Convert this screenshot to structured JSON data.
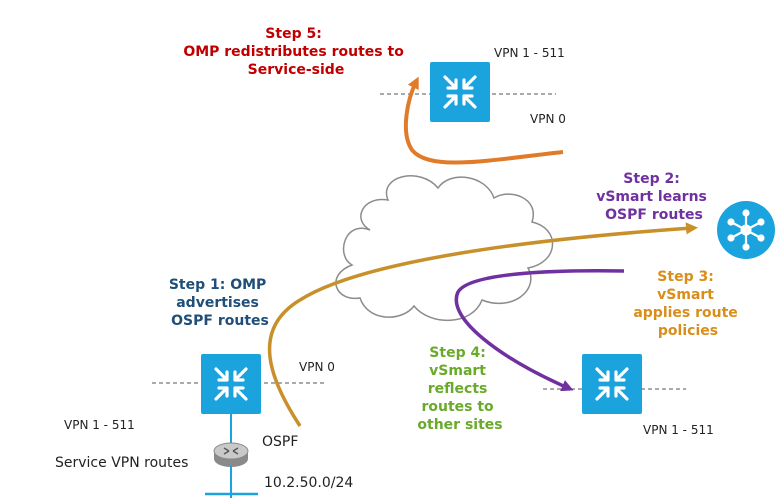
{
  "steps": {
    "step1": {
      "lines": [
        "Step 1: OMP",
        "advertises",
        "OSPF routes"
      ],
      "color": "#1f4e79"
    },
    "step2": {
      "lines": [
        "Step 2:",
        "vSmart learns",
        "OSPF routes"
      ],
      "color": "#7030a0"
    },
    "step3": {
      "lines": [
        "Step 3:",
        "vSmart",
        "applies route",
        "policies"
      ],
      "color": "#d98e1a"
    },
    "step4": {
      "lines": [
        "Step 4:",
        "vSmart",
        "reflects",
        "routes to",
        "other sites"
      ],
      "color": "#6aaa2a"
    },
    "step5": {
      "lines": [
        "Step 5:",
        "OMP redistributes routes to",
        "Service-side"
      ],
      "color": "#c00000"
    }
  },
  "labels": {
    "top_vpn_service": "VPN 1 - 511",
    "top_vpn_transport": "VPN 0",
    "left_vpn_transport": "VPN 0",
    "left_vpn_service": "VPN 1 - 511",
    "right_vpn_service": "VPN 1 - 511",
    "ospf": "OSPF",
    "service_routes": "Service VPN routes",
    "subnet": "10.2.50.0/24"
  },
  "icons": {
    "top_router": "vedge-router-icon",
    "left_router": "vedge-router-icon",
    "right_router": "vedge-router-icon",
    "vsmart": "vsmart-controller-icon",
    "cloud": "wan-cloud-icon",
    "service_router": "service-router-icon"
  },
  "colors": {
    "router_blue": "#1aa3dc",
    "arrow_orange": "#e07b2a",
    "arrow_gold": "#c8902a",
    "arrow_purple": "#7030a0"
  }
}
